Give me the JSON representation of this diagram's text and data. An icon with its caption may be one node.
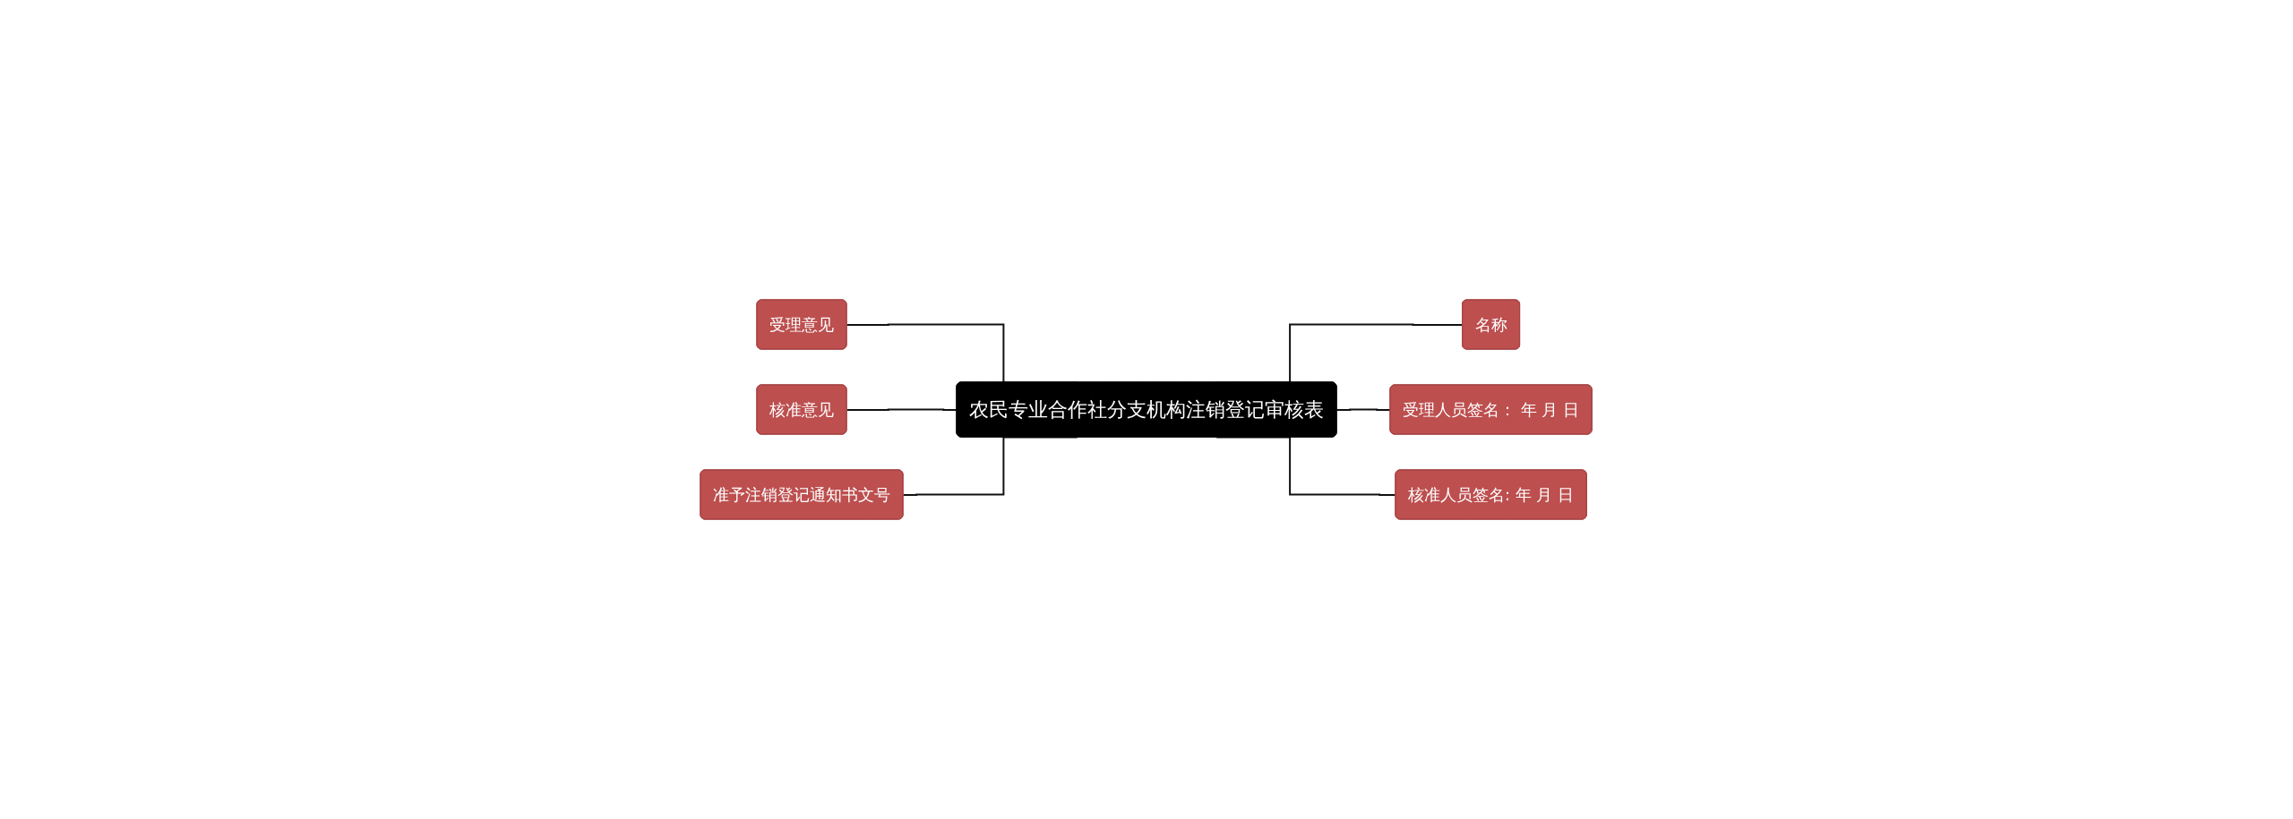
{
  "diagram": {
    "nodes": [
      {
        "text": [
          "农民专业合作社分支机构注销登记审核表"
        ]
      },
      {
        "text": [
          "受理意见"
        ]
      },
      {
        "text": [
          "核准意见"
        ]
      },
      {
        "text": [
          "准予注销登记通知书文号"
        ]
      },
      {
        "text": [
          "名称"
        ]
      },
      {
        "text": [
          "受理人员签名： 年 月 日"
        ]
      },
      {
        "text": [
          "核准人员签名: 年 月 日"
        ]
      }
    ],
    "edges": [
      {
        "from": 1,
        "to": 0,
        "arrow": "none"
      },
      {
        "from": 2,
        "to": 0,
        "arrow": "none"
      },
      {
        "from": 3,
        "to": 0,
        "arrow": "none"
      },
      {
        "from": 0,
        "to": 4,
        "arrow": "none"
      },
      {
        "from": 0,
        "to": 5,
        "arrow": "none"
      },
      {
        "from": 0,
        "to": 6,
        "arrow": "none"
      }
    ]
  }
}
